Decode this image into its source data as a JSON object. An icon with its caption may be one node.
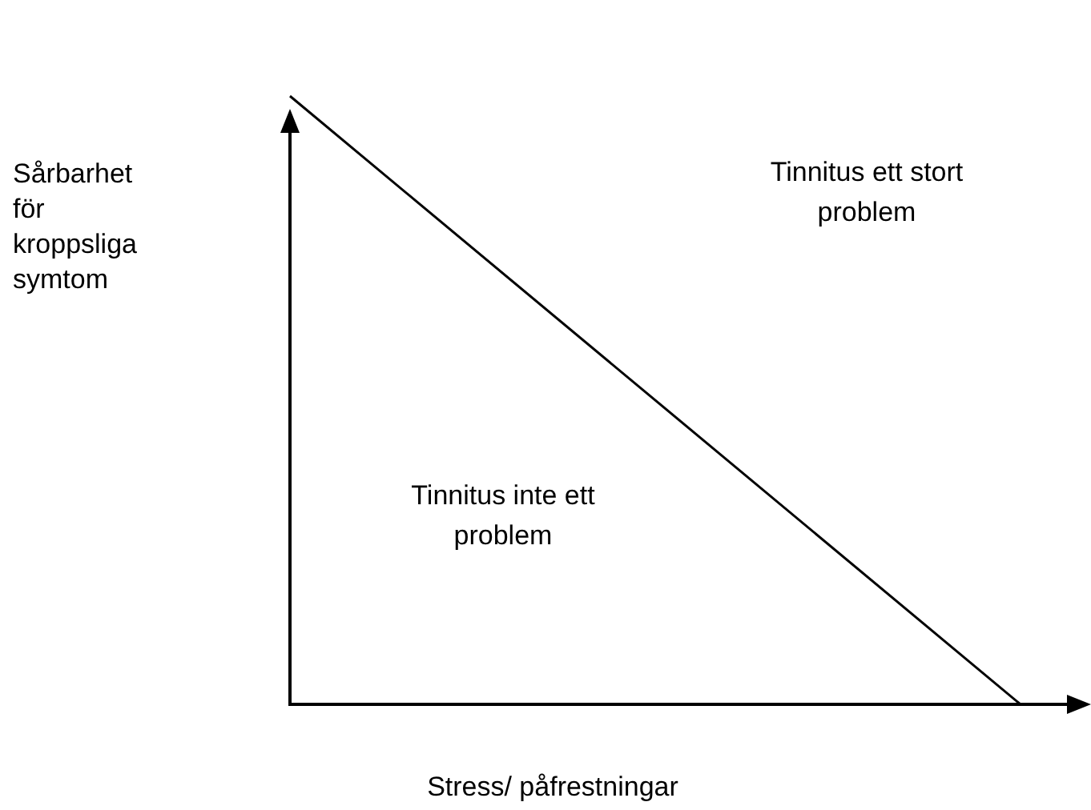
{
  "diagram": {
    "labels": [
      "Sårbarhet för kroppsliga symtom",
      "Tinnitus ett stort problem",
      "Tinnitus inte ett problem",
      "Stress/ påfrestningar"
    ]
  }
}
